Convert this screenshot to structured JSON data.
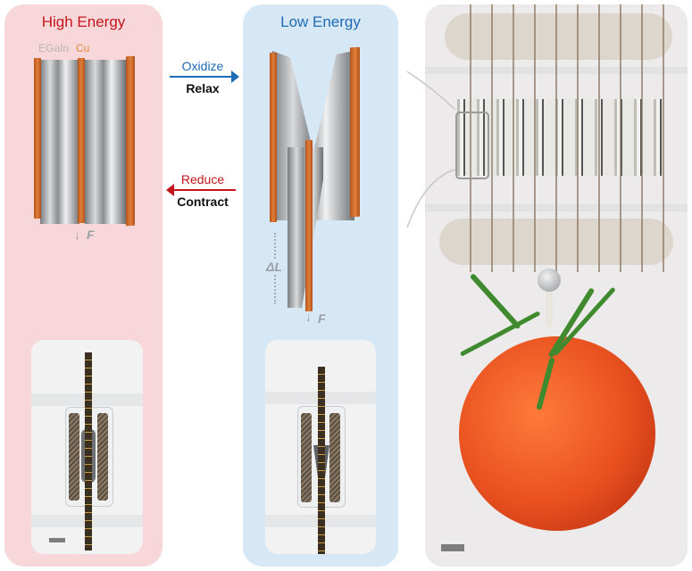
{
  "panels": {
    "high_energy": {
      "title": "High Energy",
      "title_color": "#c4161c",
      "background": "#f7d7da",
      "material_labels": {
        "egain": "EGaIn",
        "cu": "Cu"
      },
      "force_label": "F"
    },
    "low_energy": {
      "title": "Low Energy",
      "title_color": "#1f6bb5",
      "background": "#d6e7f5",
      "displacement_label": "ΔL",
      "force_label": "F"
    },
    "photo": {
      "description": "Actuator array lifting a cherry tomato"
    }
  },
  "transitions": {
    "forward": {
      "label": "Oxidize",
      "label_color": "#1f6bb5",
      "result": "Relax",
      "direction": "right"
    },
    "backward": {
      "label": "Reduce",
      "label_color": "#c4161c",
      "result": "Contract",
      "direction": "left"
    }
  },
  "colors": {
    "copper": "#d9712d",
    "egain": "#9fa3a7",
    "tomato": "#e8501f",
    "stem": "#3f8a2e"
  }
}
